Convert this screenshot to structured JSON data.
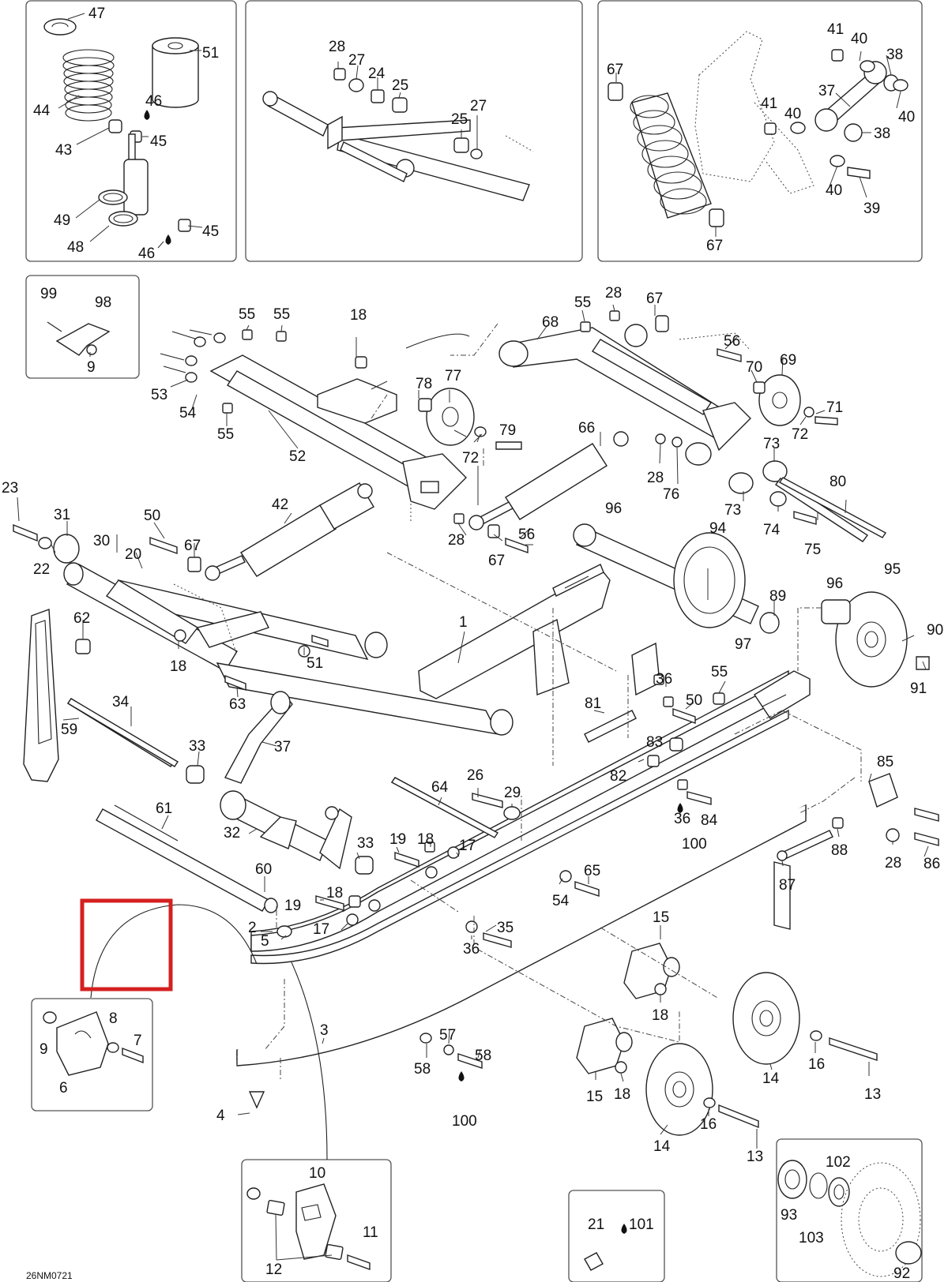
{
  "diagram": {
    "doc_code": "26NM0721",
    "highlight_color": "#d42020",
    "lubricant_icon": "drop-icon",
    "callouts": [
      "1",
      "2",
      "3",
      "4",
      "5",
      "6",
      "7",
      "8",
      "9",
      "10",
      "11",
      "12",
      "13",
      "14",
      "15",
      "16",
      "17",
      "18",
      "19",
      "20",
      "21",
      "22",
      "23",
      "24",
      "25",
      "26",
      "27",
      "28",
      "29",
      "30",
      "31",
      "32",
      "33",
      "34",
      "35",
      "36",
      "37",
      "38",
      "39",
      "40",
      "41",
      "42",
      "43",
      "44",
      "45",
      "46",
      "47",
      "48",
      "49",
      "50",
      "51",
      "52",
      "53",
      "54",
      "55",
      "56",
      "57",
      "58",
      "59",
      "60",
      "61",
      "62",
      "63",
      "64",
      "65",
      "66",
      "67",
      "68",
      "69",
      "70",
      "71",
      "72",
      "73",
      "74",
      "75",
      "76",
      "77",
      "78",
      "79",
      "80",
      "81",
      "82",
      "83",
      "84",
      "85",
      "86",
      "87",
      "88",
      "89",
      "90",
      "91",
      "92",
      "93",
      "94",
      "95",
      "96",
      "97",
      "98",
      "99",
      "100",
      "101",
      "102",
      "103"
    ]
  }
}
